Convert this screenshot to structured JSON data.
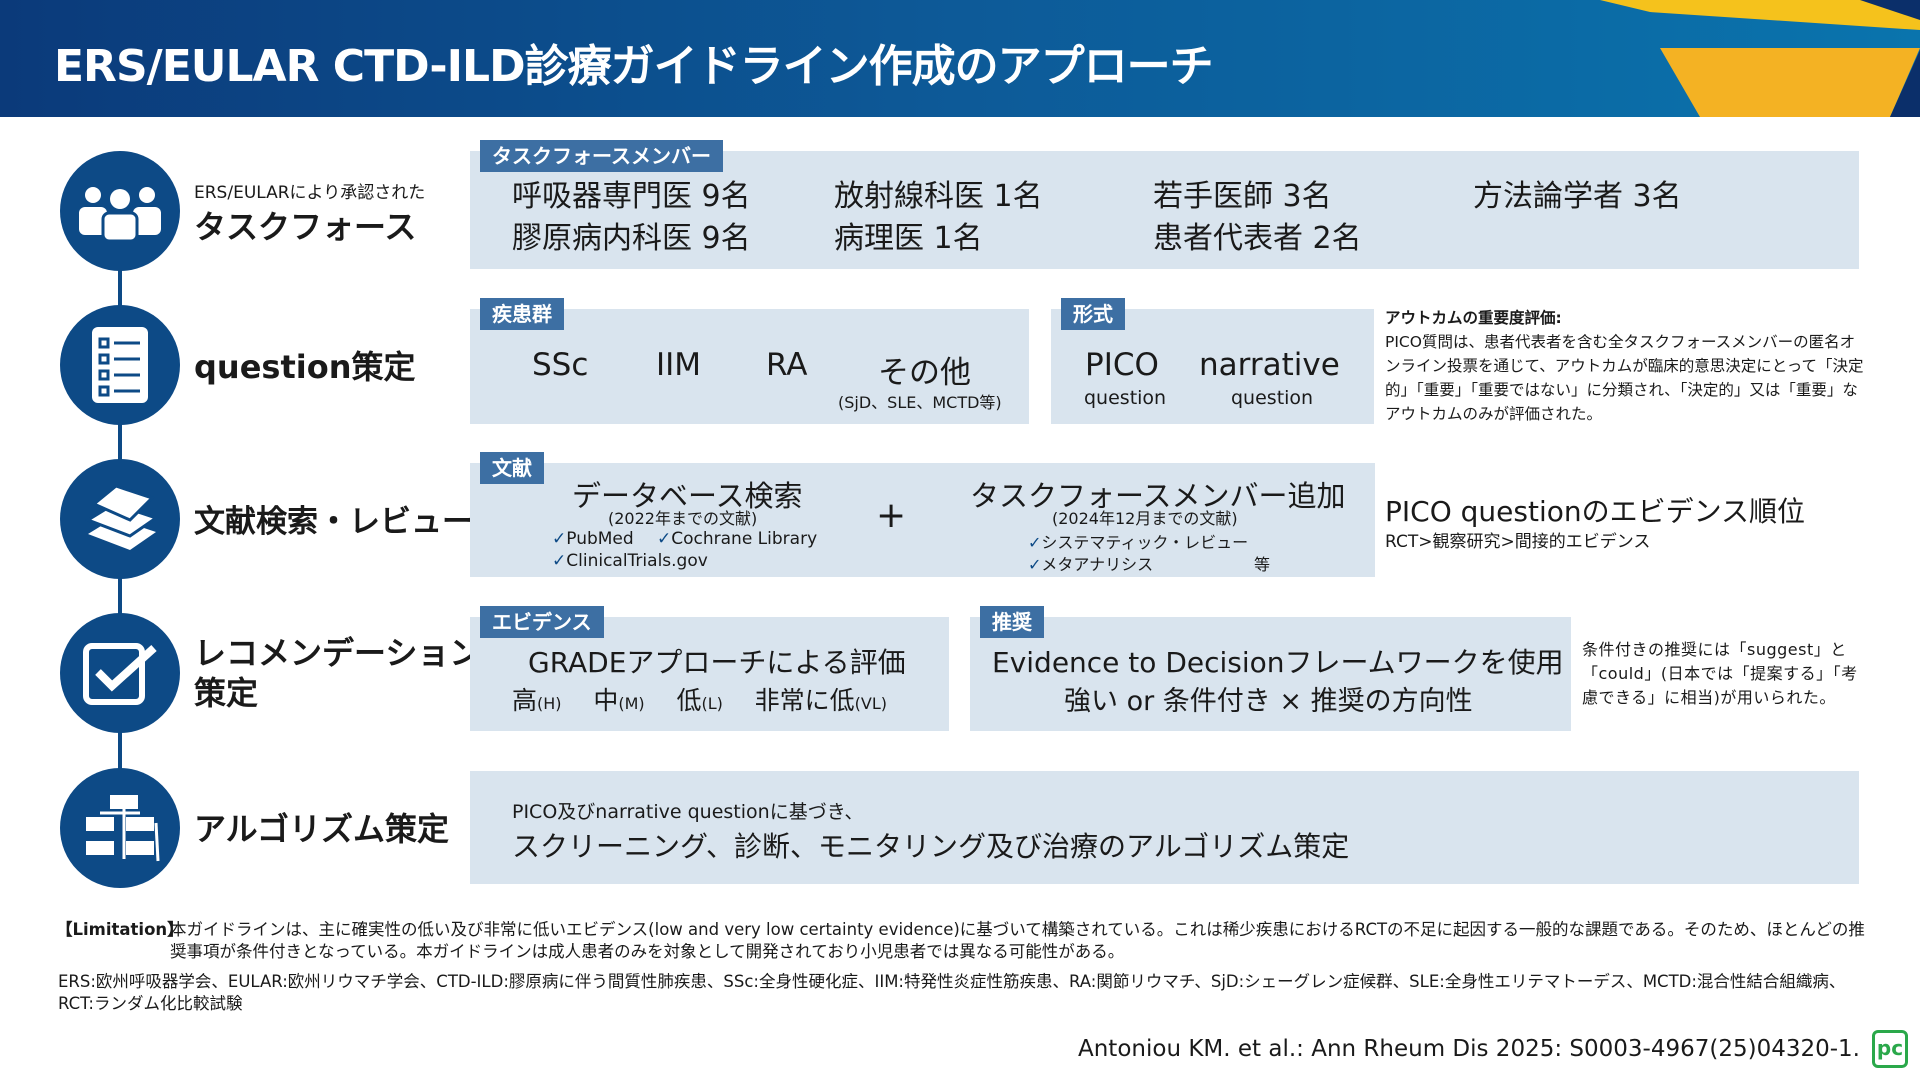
{
  "title": "ERS/EULAR CTD-ILD診療ガイドライン作成のアプローチ",
  "steps": [
    {
      "sub": "ERS/EULARにより承認された",
      "label": "タスクフォース"
    },
    {
      "label": "question策定"
    },
    {
      "label": "文献検索・レビュー"
    },
    {
      "label": "レコメンデーション",
      "label2": "策定"
    },
    {
      "label": "アルゴリズム策定"
    }
  ],
  "taskforce": {
    "tag": "タスクフォースメンバー",
    "members": [
      "呼吸器専門医 9名",
      "膠原病内科医 9名",
      "放射線科医 1名",
      "病理医 1名",
      "若手医師 3名",
      "患者代表者 2名",
      "方法論学者 3名"
    ]
  },
  "disease": {
    "tag": "疾患群",
    "items": [
      "SSc",
      "IIM",
      "RA",
      "その他"
    ],
    "other_note": "(SjD、SLE、MCTD等)"
  },
  "format": {
    "tag": "形式",
    "items": [
      {
        "main": "PICO",
        "sub": "question"
      },
      {
        "main": "narrative",
        "sub": "question"
      }
    ]
  },
  "outcome_note": {
    "title": "アウトカムの重要度評価:",
    "body": "PICO質問は、患者代表者を含む全タスクフォースメンバーの匿名オンライン投票を通じて、アウトカムが臨床的意思決定にとって「決定的」「重要」「重要ではない」に分類され、「決定的」又は「重要」なアウトカムのみが評価された。"
  },
  "literature": {
    "tag": "文献",
    "db_title": "データベース検索",
    "db_sub": "(2022年までの文献)",
    "db_items": [
      "PubMed",
      "Cochrane Library",
      "ClinicalTrials.gov"
    ],
    "plus": "+",
    "tf_title": "タスクフォースメンバー追加",
    "tf_sub": "(2024年12月までの文献)",
    "tf_items": [
      "システマティック・レビュー",
      "メタアナリシス"
    ],
    "etc": "等"
  },
  "evidence_order": {
    "title": "PICO questionのエビデンス順位",
    "sub": "RCT>観察研究>間接的エビデンス"
  },
  "evidence": {
    "tag": "エビデンス",
    "title": "GRADEアプローチによる評価",
    "levels": [
      {
        "j": "高",
        "e": "(H)"
      },
      {
        "j": "中",
        "e": "(M)"
      },
      {
        "j": "低",
        "e": "(L)"
      },
      {
        "j": "非常に低",
        "e": "(VL)"
      }
    ]
  },
  "recommend": {
    "tag": "推奨",
    "title": "Evidence to Decisionフレームワークを使用",
    "sub": "強い or 条件付き × 推奨の方向性"
  },
  "recommend_note": "条件付きの推奨には「suggest」と「could」(日本では「提案する」「考慮できる」に相当)が用いられた。",
  "algorithm": {
    "sub": "PICO及びnarrative questionに基づき、",
    "title": "スクリーニング、診断、モニタリング及び治療のアルゴリズム策定"
  },
  "limitation": {
    "label": "【Limitation】",
    "text": "本ガイドラインは、主に確実性の低い及び非常に低いエビデンス(low and very low certainty evidence)に基づいて構築されている。これは稀少疾患におけるRCTの不足に起因する一般的な課題である。そのため、ほとんどの推奨事項が条件付きとなっている。本ガイドラインは成人患者のみを対象として開発されており小児患者では異なる可能性がある。"
  },
  "abbreviations": "ERS:欧州呼吸器学会、EULAR:欧州リウマチ学会、CTD-ILD:膠原病に伴う間質性肺疾患、SSc:全身性硬化症、IIM:特発性炎症性筋疾患、RA:関節リウマチ、SjD:シェーグレン症候群、SLE:全身性エリテマトーデス、MCTD:混合性結合組織病、RCT:ランダム化比較試験",
  "citation": "Antoniou KM. et al.: Ann Rheum Dis 2025: S0003-4967(25)04320-1.",
  "logo": "pc"
}
